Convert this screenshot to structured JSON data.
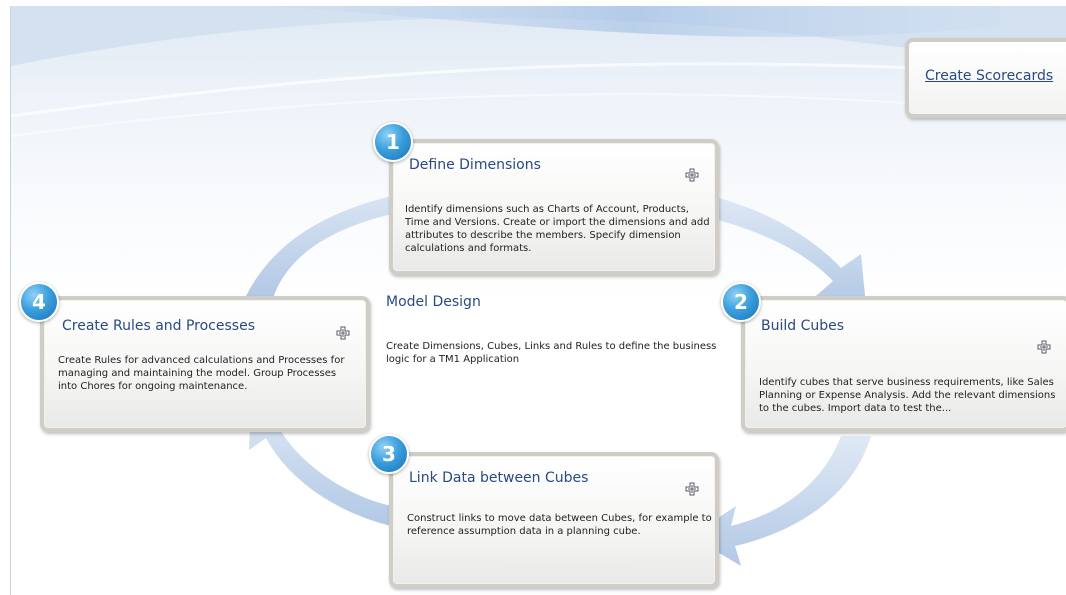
{
  "scorecard": {
    "label": "Create Scorecards"
  },
  "center": {
    "title": "Model Design",
    "description": "Create Dimensions, Cubes, Links and Rules to define the business logic for a TM1 Application"
  },
  "steps": [
    {
      "number": "1",
      "title": "Define Dimensions",
      "description": "Identify dimensions such as Charts of Account, Products, Time and Versions. Create or import the dimensions and add attributes to describe the members. Specify dimension calculations and formats."
    },
    {
      "number": "2",
      "title": "Build Cubes",
      "description": "Identify cubes that serve business requirements, like Sales Planning or Expense Analysis. Add the relevant dimensions to the cubes. Import data to test the..."
    },
    {
      "number": "3",
      "title": "Link Data between Cubes",
      "description": "Construct links to move data between Cubes, for example to reference assumption data in a planning cube."
    },
    {
      "number": "4",
      "title": "Create Rules and Processes",
      "description": "Create Rules for advanced calculations and Processes for managing and maintaining the model. Group Processes into Chores for ongoing maintenance."
    }
  ],
  "colors": {
    "title": "#2a4a82",
    "badge": "#3a9fdc",
    "cycle_arrow": "#b9cde6",
    "card_border": "#cfcdc6"
  },
  "icons": {
    "expand": "expand-icon"
  }
}
